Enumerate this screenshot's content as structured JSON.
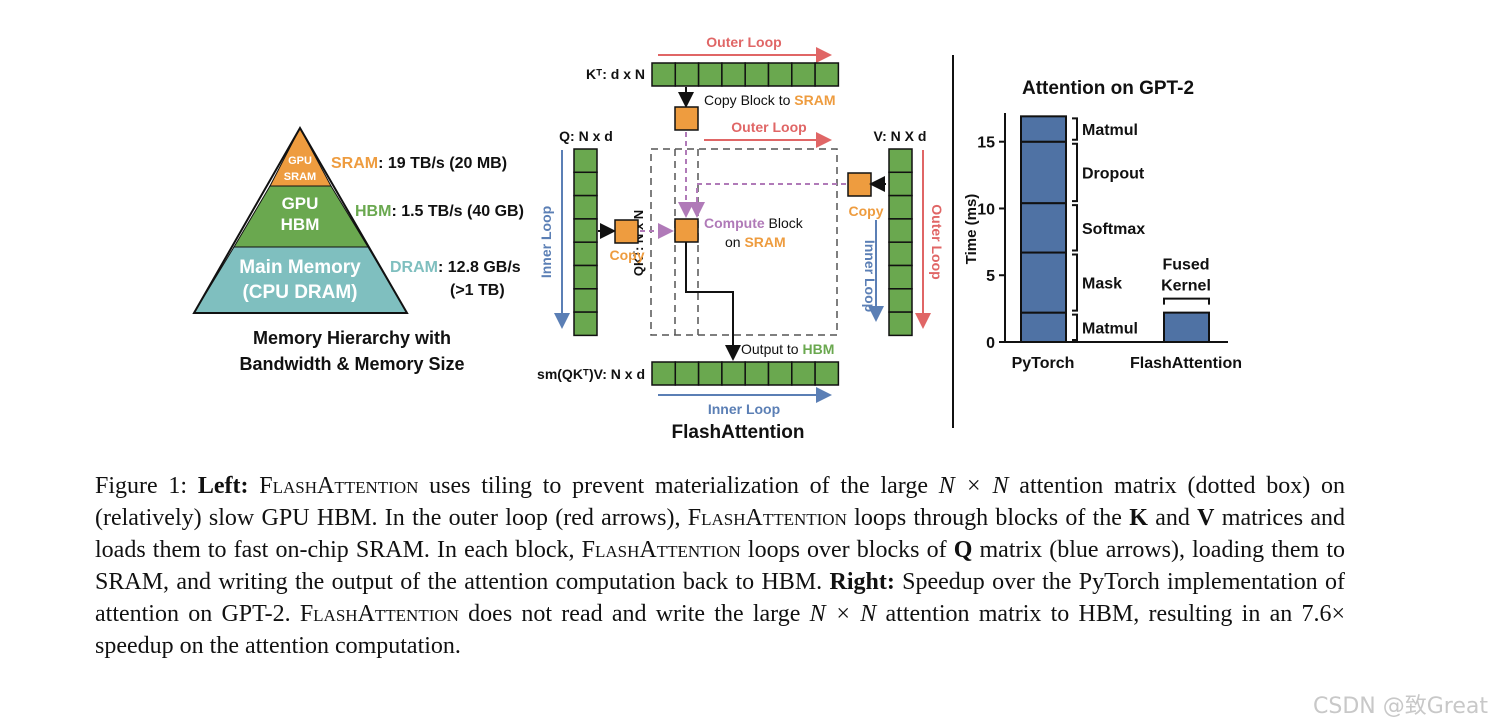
{
  "pyramid": {
    "top_label_1": "GPU",
    "top_label_2": "SRAM",
    "mid_label_1": "GPU",
    "mid_label_2": "HBM",
    "base_label_1": "Main Memory",
    "base_label_2": "(CPU DRAM)",
    "sram_name": "SRAM",
    "sram_spec": ": 19 TB/s (20 MB)",
    "hbm_name": "HBM",
    "hbm_spec": ": 1.5 TB/s (40 GB)",
    "dram_name": "DRAM",
    "dram_spec": ": 12.8 GB/s",
    "dram_spec2": "(>1 TB)",
    "caption_1": "Memory Hierarchy with",
    "caption_2": "Bandwidth & Memory Size",
    "colors": {
      "sram": "#ee9c3f",
      "hbm": "#6aa84f",
      "dram": "#7fbfbf"
    }
  },
  "flash": {
    "outer_loop_top": "Outer Loop",
    "kt_label": "Kᵀ: d x N",
    "copy_block_to": "Copy Block to ",
    "sram": "SRAM",
    "outer_loop_mid": "Outer Loop",
    "q_label": "Q: N x d",
    "v_label": "V: N X d",
    "qkt_label": "QKᵀ: N x N",
    "inner_loop_left": "Inner Loop",
    "copy_left": "Copy",
    "copy_right": "Copy",
    "compute": "Compute",
    "block": " Block",
    "on": "on ",
    "inner_loop_right": "Inner Loop",
    "outer_loop_right": "Outer Loop",
    "output_to": "Output to ",
    "hbm": "HBM",
    "out_label": "sm(QKᵀ)V: N x d",
    "inner_loop_bottom": "Inner Loop",
    "title": "FlashAttention",
    "colors": {
      "block": "#6aa84f",
      "copy": "#ee9c3f",
      "outer": "#e06666",
      "inner": "#5b7fb5",
      "compute": "#b07ab8"
    }
  },
  "chart_data": {
    "type": "bar",
    "title": "Attention on GPT-2",
    "ylabel": "Time (ms)",
    "xlabel": "",
    "ylim": [
      0,
      17
    ],
    "yticks": [
      0,
      5,
      10,
      15
    ],
    "categories": [
      "PyTorch",
      "FlashAttention"
    ],
    "stacks": [
      {
        "category": "PyTorch",
        "segments": [
          {
            "name": "Matmul",
            "value": 2.2
          },
          {
            "name": "Mask",
            "value": 4.5
          },
          {
            "name": "Softmax",
            "value": 3.7
          },
          {
            "name": "Dropout",
            "value": 4.6
          },
          {
            "name": "Matmul",
            "value": 1.9
          }
        ]
      },
      {
        "category": "FlashAttention",
        "segments": [
          {
            "name": "Fused Kernel",
            "value": 2.2
          }
        ]
      }
    ],
    "fused_label_1": "Fused",
    "fused_label_2": "Kernel",
    "bar_color": "#4f72a4"
  },
  "caption": {
    "p1": "Figure 1: ",
    "left": "Left:",
    "p2": " FlashAttention",
    "p3": " uses tiling to prevent materialization of the large ",
    "nxn": "N × N",
    "p4": " attention matrix (dotted box) on (relatively) slow GPU HBM. In the outer loop (red arrows), ",
    "fa2": "FlashAttention",
    "p5": " loops through blocks of the ",
    "k": "K",
    "p6": " and ",
    "v": "V",
    "p7": " matrices and loads them to fast on-chip SRAM. In each block, ",
    "fa3": "FlashAttention",
    "p8": " loops over blocks of ",
    "q": "Q",
    "p9": " matrix (blue arrows), loading them to SRAM, and writing the output of the attention computation back to HBM. ",
    "right": "Right:",
    "p10": " Speedup over the PyTorch implementation of attention on GPT-2. ",
    "fa4": "FlashAttention",
    "p11": " does not read and write the large ",
    "nxn2": "N × N",
    "p12": " attention matrix to HBM, resulting in an 7.6× speedup on the attention computation."
  },
  "watermark": "CSDN @致Great"
}
